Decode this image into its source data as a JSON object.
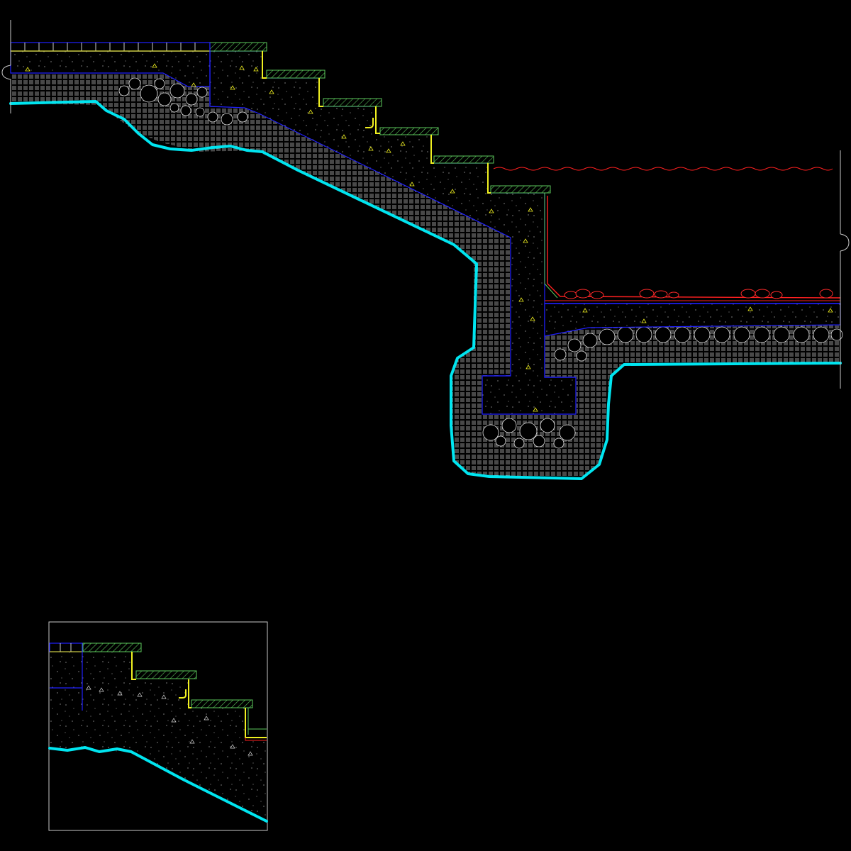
{
  "drawing": {
    "background": "#000000",
    "colors": {
      "soil_line": "#00e5f0",
      "outline": "#2020ff",
      "finish_hatch": "#5bc85b",
      "edge_yellow": "#f0f020",
      "waterproof": "#ff2020",
      "grid_line": "#ffffff",
      "frame": "#c8c8c8",
      "rubble": "#e0e0e0",
      "boulder_red": "#ff2a2a",
      "compacted_soil": "#d0d0d0"
    },
    "layers": [
      "soil-boundary",
      "compacted-soil-hatch",
      "rubble-fill",
      "concrete-fill",
      "stone-finish",
      "waterproof-membrane",
      "water-surface",
      "edge-boulders"
    ],
    "steps_main": 6,
    "steps_detail": 3
  }
}
